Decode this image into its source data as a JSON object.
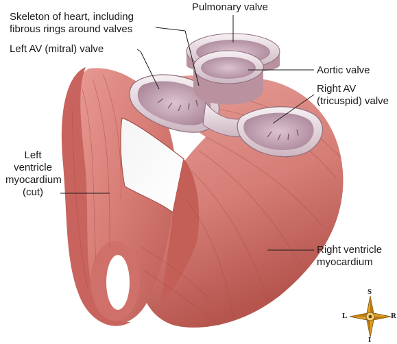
{
  "labels": {
    "pulmonary_valve": "Pulmonary valve",
    "skeleton": "Skeleton of heart, including\nfibrous rings around valves",
    "left_av_valve": "Left AV (mitral) valve",
    "aortic_valve": "Aortic valve",
    "right_av_valve": "Right AV\n(tricuspid) valve",
    "left_ventricle": "Left\nventricle\nmyocardium\n(cut)",
    "right_ventricle": "Right ventricle\nmyocardium"
  },
  "compass": {
    "superior": "S",
    "inferior": "I",
    "left": "L",
    "right": "R"
  },
  "colors": {
    "muscle": "#d9807a",
    "muscle_dark": "#b2554f",
    "muscle_light": "#ecaaa3",
    "valve_ring": "#efe7ec",
    "valve_inner": "#c9a8b6",
    "leader": "#1a1a1a",
    "compass_gold": "#e0a020"
  }
}
